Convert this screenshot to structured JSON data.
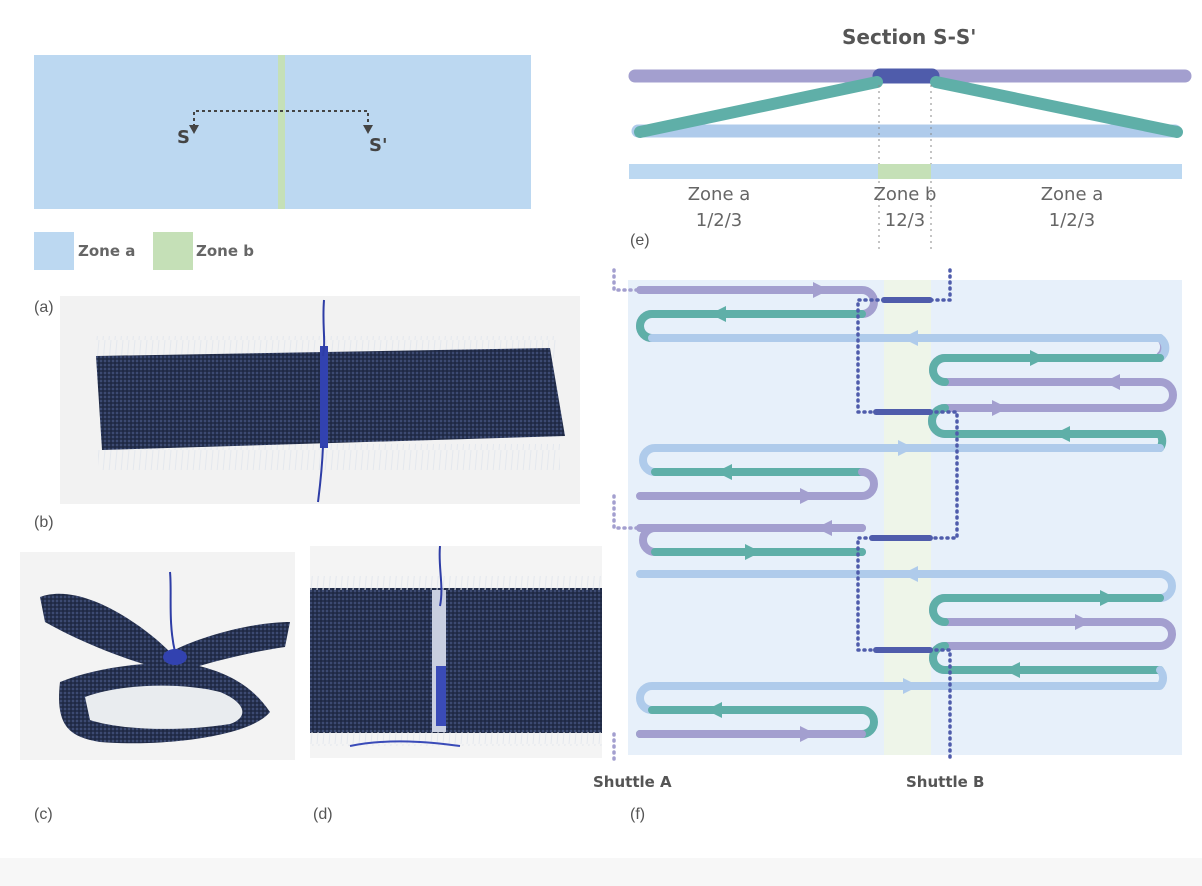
{
  "panel_labels": {
    "a": "(a)",
    "b": "(b)",
    "c": "(c)",
    "d": "(d)",
    "e": "(e)",
    "f": "(f)"
  },
  "panel_a": {
    "marker_left": "S",
    "marker_right": "S'"
  },
  "legend": [
    {
      "label": "Zone a",
      "color": "#bcd8f1"
    },
    {
      "label": "Zone b",
      "color": "#c5e0b7"
    }
  ],
  "section": {
    "title": "Section S-S'",
    "zones": [
      {
        "name": "Zone a",
        "sub": "1/2/3"
      },
      {
        "name": "Zone b",
        "sub": "12/3"
      },
      {
        "name": "Zone a",
        "sub": "1/2/3"
      }
    ]
  },
  "shuttles": {
    "a": "Shuttle A",
    "b": "Shuttle B"
  },
  "colors": {
    "zone_a": "#bcd8f1",
    "zone_b": "#c5e0b7",
    "purple": "#a39fcf",
    "teal": "#5fafa8",
    "light_blue": "#afcbeb",
    "navy": "#4f5cab",
    "denim": "#283458"
  }
}
